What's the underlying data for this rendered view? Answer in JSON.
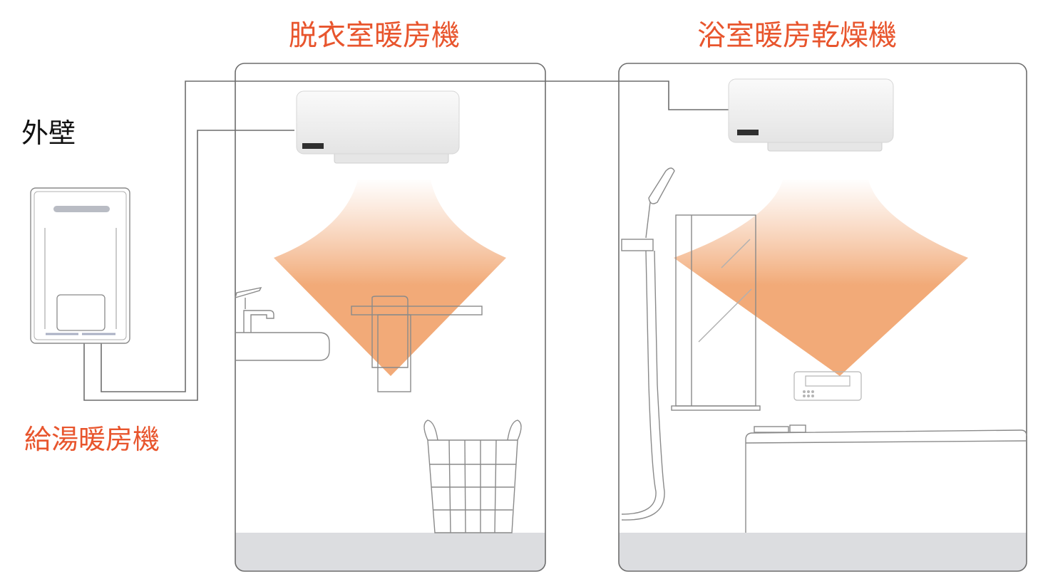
{
  "labels": {
    "dressing_room_heater": "脱衣室暖房機",
    "bathroom_heater_dryer": "浴室暖房乾燥機",
    "exterior_wall": "外壁",
    "water_heater": "給湯暖房機"
  },
  "colors": {
    "accent_text": "#e8552d",
    "warm_air": "#f0a878",
    "line": "#777777",
    "floor": "#dcdde0"
  }
}
